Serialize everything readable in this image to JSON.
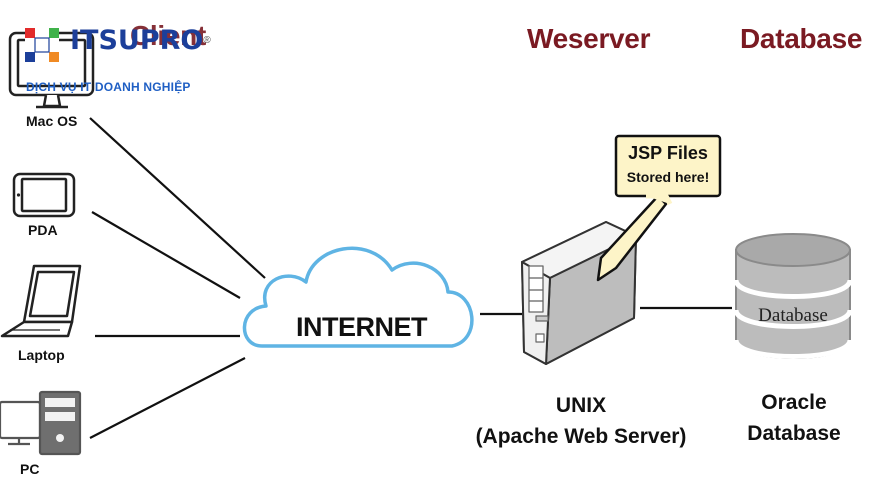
{
  "headers": {
    "client": "Client",
    "webserver": "Weserver",
    "database": "Database"
  },
  "devices": [
    {
      "label": "Mac OS",
      "icon": "monitor-icon"
    },
    {
      "label": "PDA",
      "icon": "tablet-icon"
    },
    {
      "label": "Laptop",
      "icon": "laptop-icon"
    },
    {
      "label": "PC",
      "icon": "desktop-pc-icon"
    }
  ],
  "cloud": {
    "label": "INTERNET",
    "icon": "cloud-icon"
  },
  "callout": {
    "line1": "JSP Files",
    "line2": "Stored here!"
  },
  "server": {
    "line1": "UNIX",
    "line2": "(Apache Web Server)",
    "icon": "server-tower-icon"
  },
  "database": {
    "cylinder_label": "Database",
    "line1": "Oracle",
    "line2": "Database",
    "icon": "database-cylinder-icon"
  },
  "watermark": {
    "brand": "ITSUPRO",
    "registered": "®",
    "tagline": "DỊCH VỤ IT DOANH NGHIỆP"
  },
  "colors": {
    "header": "#7a1a22",
    "cloud_stroke": "#5fb4e4",
    "callout_fill": "#fdf4c8",
    "logo_blue": "#1c3f9a",
    "logo_orange": "#f08a24",
    "logo_red": "#e22b2b",
    "logo_green": "#3fb24a"
  }
}
